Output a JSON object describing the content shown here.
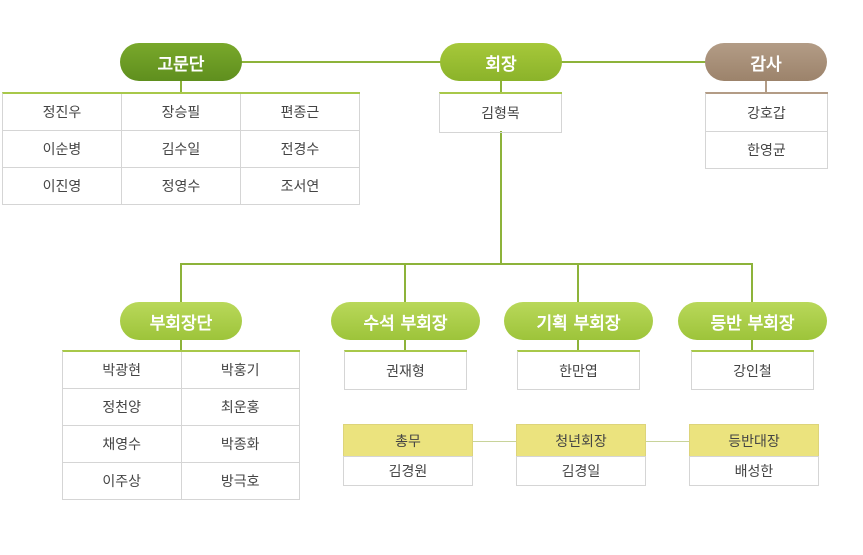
{
  "advisory": {
    "title": "고문단",
    "members": [
      "정진우",
      "장승필",
      "편종근",
      "이순병",
      "김수일",
      "전경수",
      "이진영",
      "정영수",
      "조서연"
    ]
  },
  "president": {
    "title": "회장",
    "name": "김형목"
  },
  "auditor": {
    "title": "감사",
    "names": [
      "강호갑",
      "한영균"
    ]
  },
  "vice_group": {
    "title": "부회장단",
    "members": [
      "박광현",
      "박홍기",
      "정천양",
      "최운홍",
      "채영수",
      "박종화",
      "이주상",
      "방극호"
    ]
  },
  "senior_vp": {
    "title": "수석 부회장",
    "name": "권재형"
  },
  "planning_vp": {
    "title": "기획 부회장",
    "name": "한만엽"
  },
  "climbing_vp": {
    "title": "등반 부회장",
    "name": "강인철"
  },
  "staff": [
    {
      "title": "총무",
      "name": "김경원"
    },
    {
      "title": "청년회장",
      "name": "김경일"
    },
    {
      "title": "등반대장",
      "name": "배성한"
    }
  ]
}
